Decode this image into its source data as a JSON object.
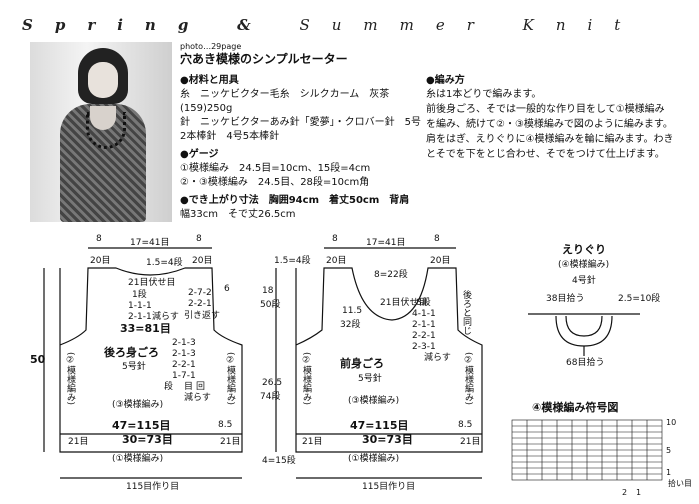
{
  "header": {
    "part1": "Spring",
    "amp": "&",
    "part2": "Summer Knit"
  },
  "article": {
    "photo_ref": "photo…29page",
    "title": "穴あき模様のシンプルセーター",
    "materials_heading": "●材料と用具",
    "materials_lines": [
      "糸　ニッケビクター毛糸　シルクカーム　灰茶",
      "(159)250g",
      "針　ニッケビクターあみ針「愛夢」・クロバー針　5号",
      "2本棒針　4号5本棒針"
    ],
    "gauge_heading": "●ゲージ",
    "gauge_lines": [
      "①模様編み　24.5目=10cm、15段=4cm",
      "②・③模様編み　24.5目、28段=10cm角"
    ],
    "size_heading": "●でき上がり寸法　胸囲94cm　着丈50cm　背肩",
    "size_line": "幅33cm　そで丈26.5cm",
    "method_heading": "●編み方",
    "method_lines": [
      "糸は1本どりで編みます。",
      "前後身ごろ、そでは一般的な作り目をして①模様編み",
      "を編み、続けて②・③模様編みで図のように編みます。",
      "肩をはぎ、えりぐりに④模様編みを輪に編みます。わき",
      "とそでを下をとじ合わせ、そでをつけて仕上げます。"
    ]
  },
  "back_body": {
    "name": "後ろ身ごろ",
    "needle": "5号針",
    "pattern3": "(③模様編み)",
    "pattern2_left": "(②模様編み)",
    "pattern1": "(①模様編み)",
    "cast_on": "115目作り目",
    "shoulder_cm": "8",
    "shoulder_st": "20目",
    "neck": "17=41目",
    "neck_depth": "1.5=4段",
    "neck_dec": "21目伏せ目",
    "neck_dec_b": "1段",
    "neck_rows": [
      "1-1-1",
      "2-1-1"
    ],
    "reduce": "減らす",
    "ret": "引き返す",
    "armhole_rows": [
      "2-7-2",
      "2-2-1"
    ],
    "shoulder_h": "6",
    "width_mid": "33=81目",
    "dec_rows": [
      "2-1-3",
      "2-1-3",
      "2-2-1",
      "1-7-1"
    ],
    "dec_steps": [
      "段",
      "目",
      "回"
    ],
    "dec_note": "減らす",
    "width_low": "47=115目",
    "width_base": "30=73目",
    "rows_low": "21目",
    "rows_8_5": "8.5"
  },
  "front_body": {
    "name": "前身ごろ",
    "needle": "5号針",
    "pattern3": "(③模様編み)",
    "pattern2": "(②模様編み)",
    "pattern1": "(①模様編み)",
    "cast_on": "115目作り目",
    "neck_width": "8=22段",
    "neck_dec": "21目伏せ目",
    "neck_depth": "11.5",
    "neck_depth_b": "32段",
    "neck_rows": [
      "8段",
      "4-1-1",
      "2-1-1",
      "2-2-1",
      "2-3-1"
    ],
    "reduce": "減らす",
    "same": "後ろと同じ",
    "width_low": "47=115目",
    "width_base": "30=73目",
    "rows_low": "21目",
    "rows_8_5": "8.5"
  },
  "dims": {
    "total_height": "50",
    "h_1_5": "1.5=4段",
    "h_18": "18",
    "h_18b": "50段",
    "h_26_5": "26.5",
    "h_26_5b": "74段",
    "h_4": "4=15段"
  },
  "collar": {
    "title": "えりぐり",
    "pattern": "(④模様編み)",
    "needle": "4号針",
    "pick_38": "38目拾う",
    "pick_68": "68目拾う",
    "depth": "2.5=10段"
  },
  "chart": {
    "title": "④模様編み符号図",
    "note": "拾い目",
    "row_labels": [
      "10",
      "5",
      "1"
    ],
    "col_labels": [
      "2",
      "1"
    ]
  }
}
